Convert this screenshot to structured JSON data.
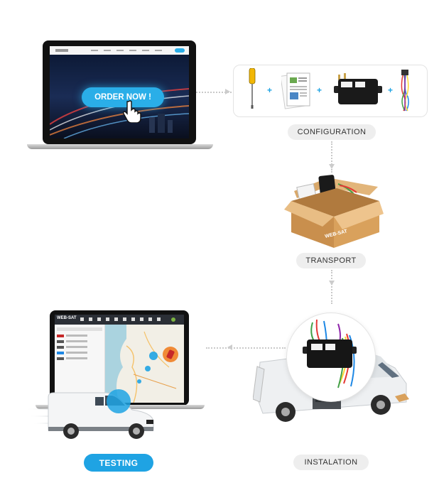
{
  "laptop_top": {
    "order_button_label": "ORDER NOW !",
    "box_brand": "WEB-SAT"
  },
  "steps": [
    {
      "label": "CONFIGURATION",
      "active": false
    },
    {
      "label": "TRANSPORT",
      "active": false
    },
    {
      "label": "INSTALATION",
      "active": false
    },
    {
      "label": "TESTING",
      "active": true
    }
  ],
  "laptop_bottom": {
    "app_logo": "WEB-SAT"
  },
  "colors": {
    "accent": "#1fa3e3",
    "pill_bg": "#eeeeee",
    "dotted_line": "#c9c9c9"
  }
}
